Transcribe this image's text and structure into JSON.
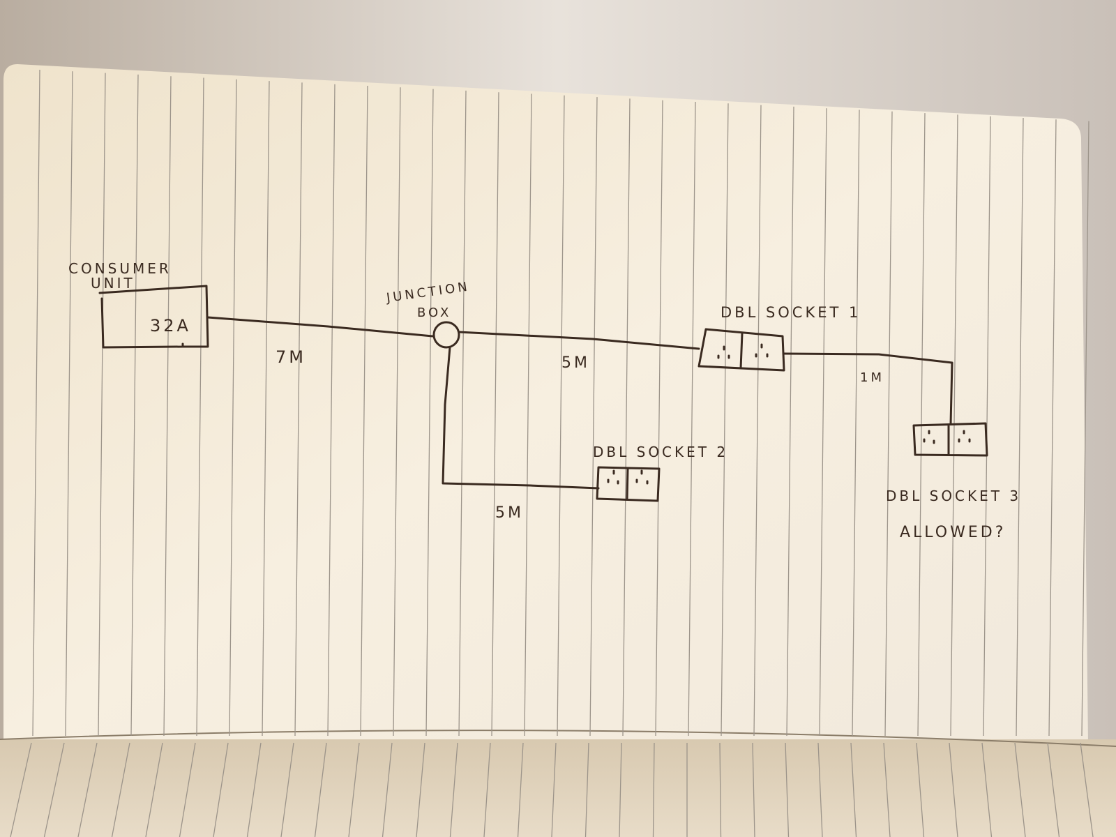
{
  "diagram": {
    "consumer_unit": {
      "label_line1": "CONSUMER",
      "label_line2": "UNIT",
      "rating": "32A"
    },
    "junction_box": {
      "label_line1": "JUNCTION",
      "label_line2": "BOX"
    },
    "socket1": {
      "label": "DBL SOCKET 1"
    },
    "socket2": {
      "label": "DBL SOCKET 2"
    },
    "socket3": {
      "label": "DBL SOCKET 3",
      "note": "ALLOWED?"
    },
    "cables": {
      "cu_to_junction": "7M",
      "junction_to_socket1": "5M",
      "socket1_to_socket3": "1M",
      "junction_to_socket2": "5M"
    }
  },
  "colors": {
    "ink": "#3a2a20",
    "paper": "#f3ead8",
    "background": "#d9d0c6"
  }
}
